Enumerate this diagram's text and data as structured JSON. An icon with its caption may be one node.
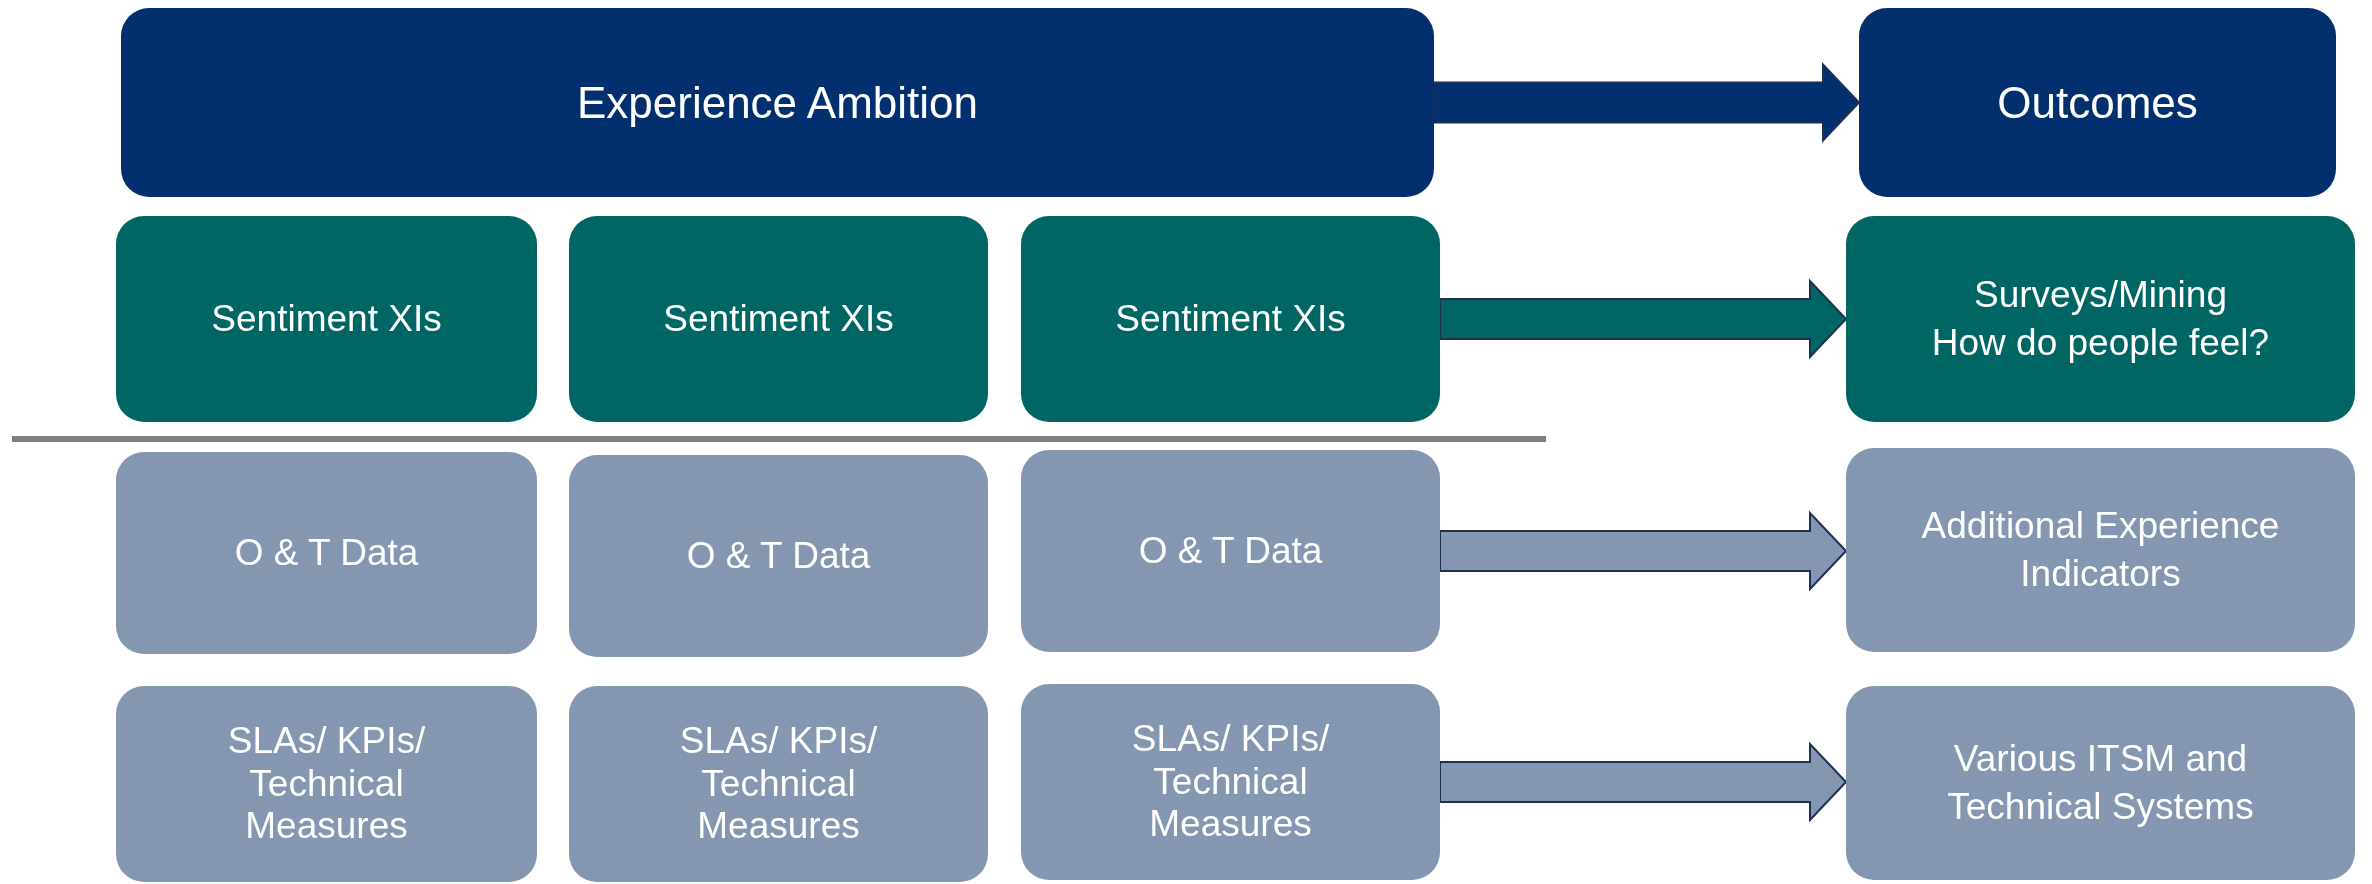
{
  "diagram": {
    "nodes": [
      {
        "text": [
          "Experience Ambition"
        ]
      },
      {
        "text": [
          "Outcomes"
        ]
      },
      {
        "text": [
          "Sentiment XIs"
        ]
      },
      {
        "text": [
          "Sentiment XIs"
        ]
      },
      {
        "text": [
          "Sentiment XIs"
        ]
      },
      {
        "text": [
          "Surveys/Mining",
          "How do people feel?"
        ]
      },
      {
        "text": [
          "O & T Data"
        ]
      },
      {
        "text": [
          "O & T Data"
        ]
      },
      {
        "text": [
          "O & T Data"
        ]
      },
      {
        "text": [
          "Additional Experience Indicators"
        ]
      },
      {
        "text": [
          "SLAs/ KPIs/ Technical Measures"
        ]
      },
      {
        "text": [
          "SLAs/ KPIs/ Technical Measures"
        ]
      },
      {
        "text": [
          "SLAs/ KPIs/ Technical Measures"
        ]
      },
      {
        "text": [
          "Various ITSM and Technical Systems"
        ]
      }
    ],
    "edges": [
      {
        "from": 0,
        "to": 1,
        "arrow": "to",
        "color": "#02306f"
      },
      {
        "from": 4,
        "to": 5,
        "arrow": "to",
        "color": "#006663"
      },
      {
        "from": 8,
        "to": 9,
        "arrow": "to",
        "color": "#8496b0"
      },
      {
        "from": 12,
        "to": 13,
        "arrow": "to",
        "color": "#8496b0"
      }
    ]
  }
}
